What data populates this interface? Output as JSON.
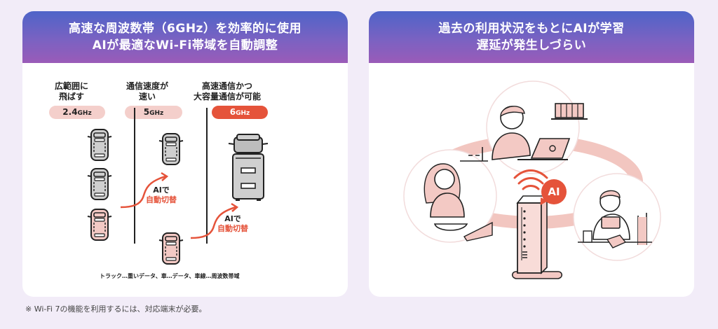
{
  "left_panel": {
    "header": {
      "line1": "高速な周波数帯（6GHz）を効率的に使用",
      "line2": "AIが最適なWi-Fi帯域を自動調整"
    },
    "columns": [
      {
        "heading_line1": "広範囲に",
        "heading_line2": "飛ばす",
        "band_number": "2.4",
        "band_unit": "GHz",
        "active": false
      },
      {
        "heading_line1": "通信速度が",
        "heading_line2": "速い",
        "band_number": "5",
        "band_unit": "GHz",
        "active": false
      },
      {
        "heading_line1": "高速通信かつ",
        "heading_line2": "大容量通信が可能",
        "band_number": "6",
        "band_unit": "GHz",
        "active": true
      }
    ],
    "switch_labels": [
      {
        "line1": "AIで",
        "line2": "自動切替"
      },
      {
        "line1": "AIで",
        "line2": "自動切替"
      }
    ],
    "legend": "トラック…重いデータ、車…データ、車線…周波数帯域"
  },
  "right_panel": {
    "header": {
      "line1": "過去の利用状況をもとにAIが学習",
      "line2": "遅延が発生しづらい"
    },
    "ai_badge": "AI"
  },
  "footnote": "※  Wi-Fi 7の機能を利用するには、対応端末が必要。",
  "colors": {
    "background": "#f2ecf8",
    "header_gradient_top": "#4e64c8",
    "header_gradient_bottom": "#9a5bb8",
    "accent_red": "#e5533a",
    "pill_pink": "#f4cfcb",
    "car_gray": "#cfcfcf",
    "car_pink": "#f3c9c4"
  }
}
